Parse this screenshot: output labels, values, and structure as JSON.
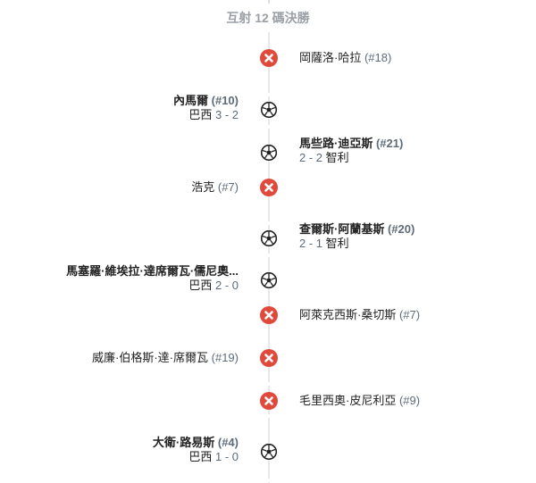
{
  "header": {
    "title": "互射 12 碼決勝"
  },
  "colors": {
    "miss": "#e04a3c",
    "line": "#e0e0e0",
    "number": "#5f6b7a"
  },
  "kicks": [
    {
      "side": "right",
      "result": "miss",
      "icon": "close-icon",
      "name": "岡薩洛·哈拉",
      "number": "(#18)",
      "score": "",
      "team": ""
    },
    {
      "side": "left",
      "result": "goal",
      "icon": "soccer-ball-icon",
      "name": "內馬爾",
      "number": "(#10)",
      "score": "3 - 2",
      "team": "巴西"
    },
    {
      "side": "right",
      "result": "goal",
      "icon": "soccer-ball-icon",
      "name": "馬些路·迪亞斯",
      "number": "(#21)",
      "score": "2 - 2",
      "team": "智利"
    },
    {
      "side": "left",
      "result": "miss",
      "icon": "close-icon",
      "name": "浩克",
      "number": "(#7)",
      "score": "",
      "team": ""
    },
    {
      "side": "right",
      "result": "goal",
      "icon": "soccer-ball-icon",
      "name": "查爾斯·阿蘭基斯",
      "number": "(#20)",
      "score": "2 - 1",
      "team": "智利"
    },
    {
      "side": "left",
      "result": "goal",
      "icon": "soccer-ball-icon",
      "name": "馬塞羅·維埃拉·達席爾瓦·儒尼奧...",
      "number": "",
      "score": "2 - 0",
      "team": "巴西"
    },
    {
      "side": "right",
      "result": "miss",
      "icon": "close-icon",
      "name": "阿萊克西斯·桑切斯",
      "number": "(#7)",
      "score": "",
      "team": ""
    },
    {
      "side": "left",
      "result": "miss",
      "icon": "close-icon",
      "name": "威廉·伯格斯·達·席爾瓦",
      "number": "(#19)",
      "score": "",
      "team": ""
    },
    {
      "side": "right",
      "result": "miss",
      "icon": "close-icon",
      "name": "毛里西奧·皮尼利亞",
      "number": "(#9)",
      "score": "",
      "team": ""
    },
    {
      "side": "left",
      "result": "goal",
      "icon": "soccer-ball-icon",
      "name": "大衛·路易斯",
      "number": "(#4)",
      "score": "1 - 0",
      "team": "巴西"
    }
  ]
}
